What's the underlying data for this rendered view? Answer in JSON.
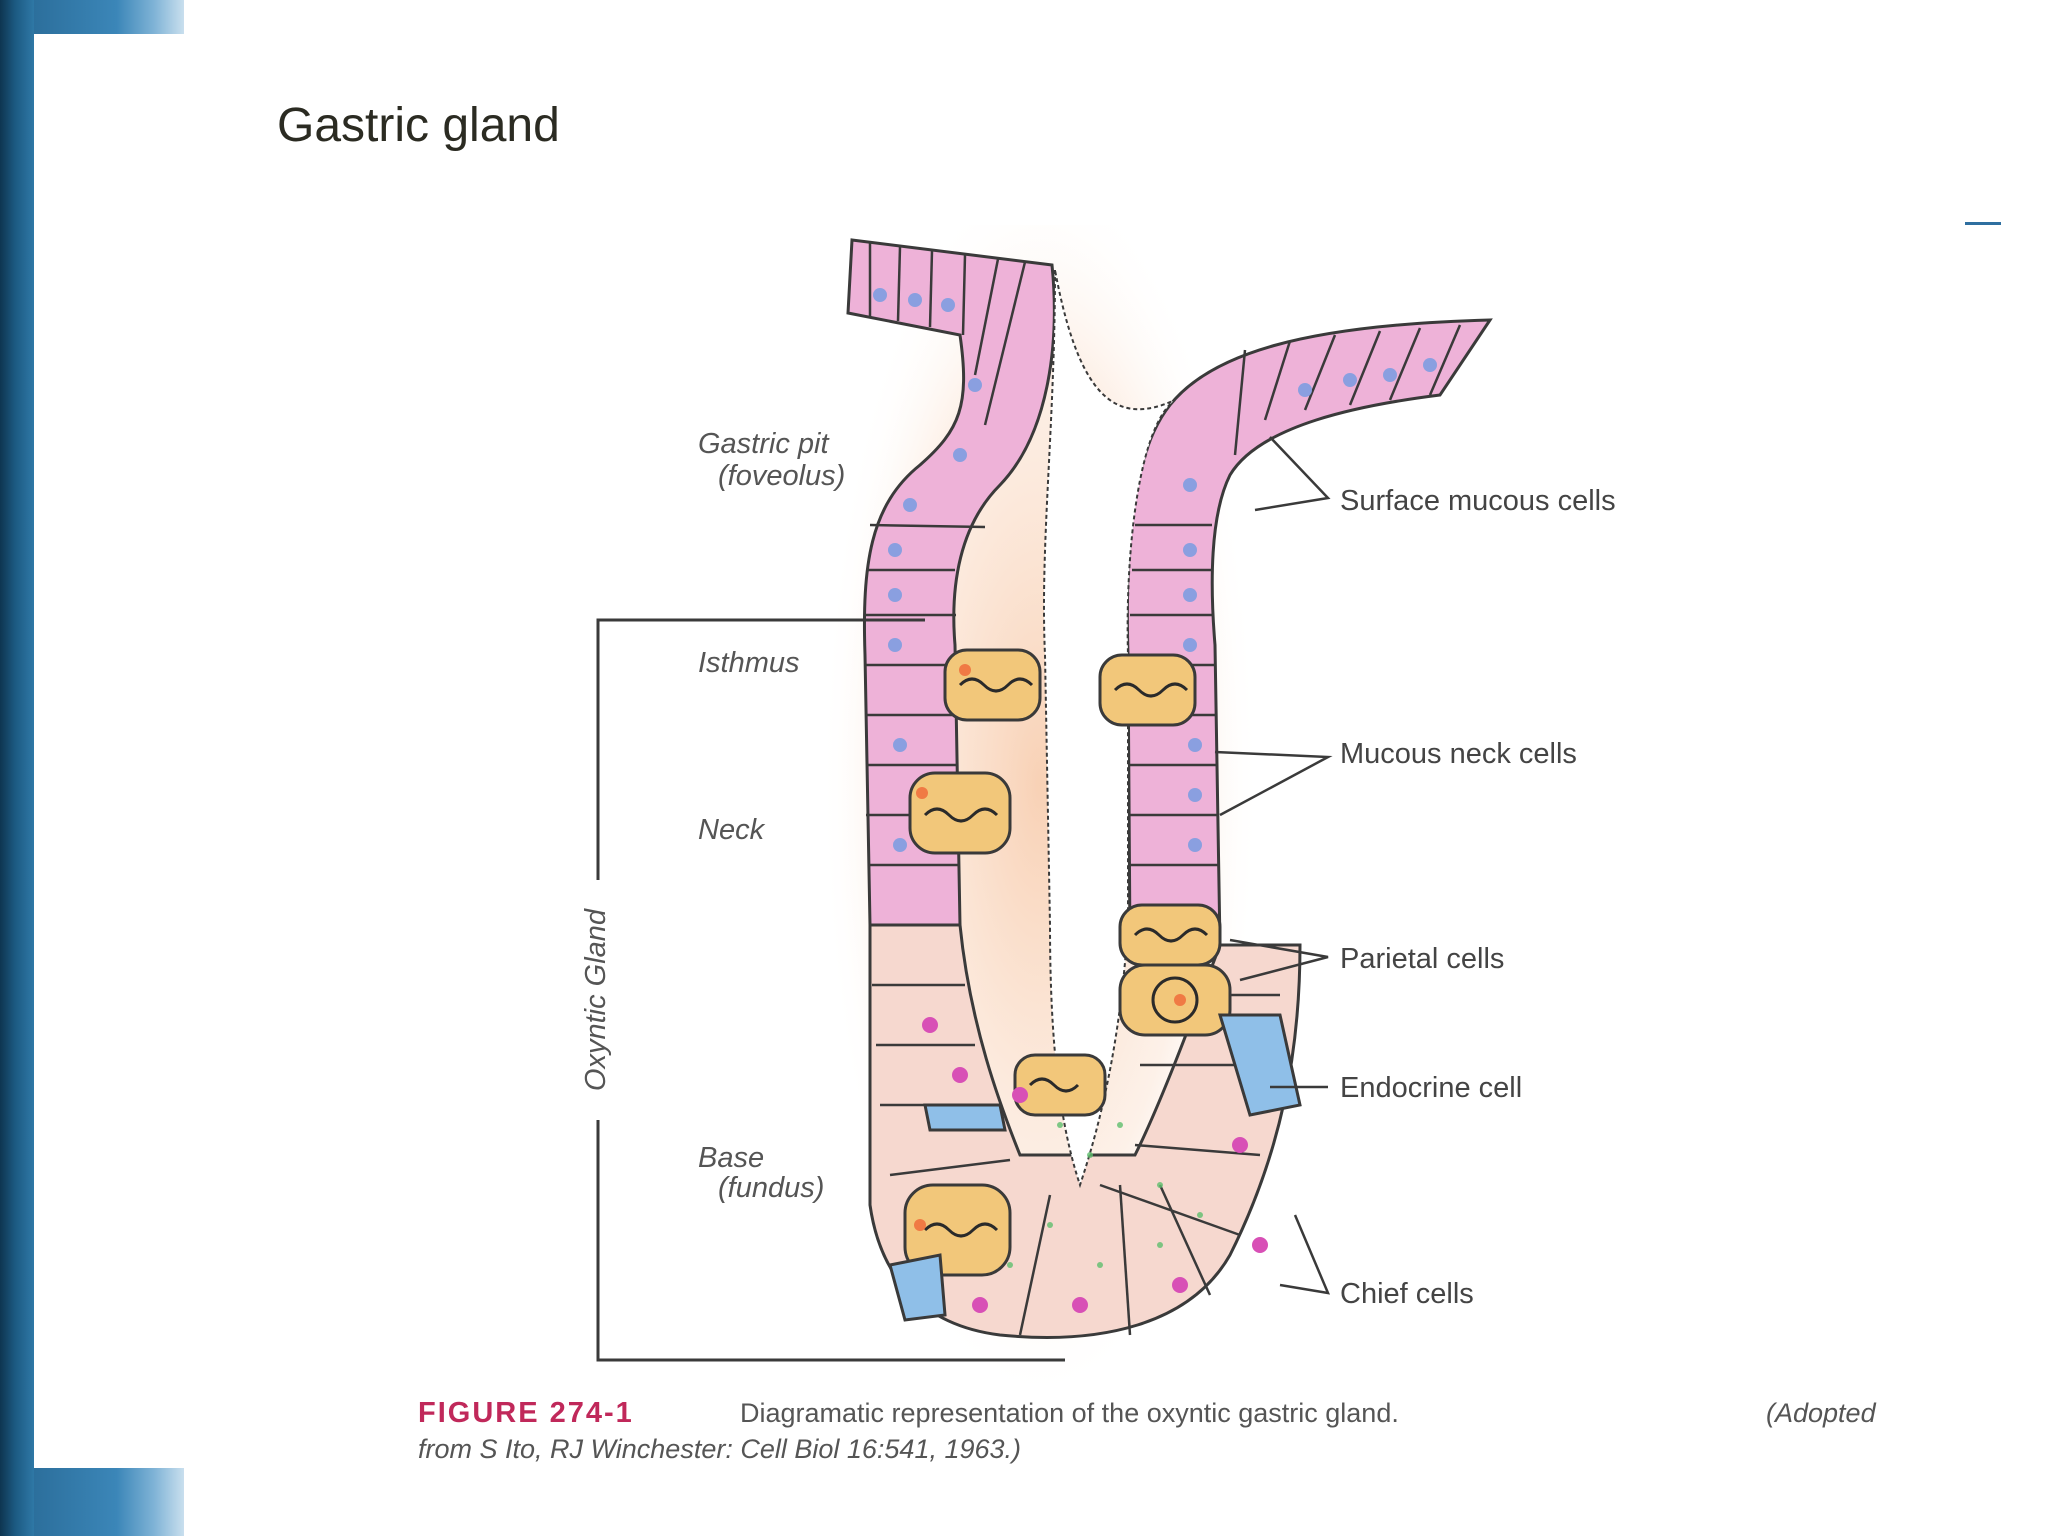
{
  "slide": {
    "title": "Gastric gland"
  },
  "figure": {
    "labels_left": {
      "gastric_pit": "Gastric pit",
      "foveolus": "(foveolus)",
      "isthmus": "Isthmus",
      "neck": "Neck",
      "base": "Base",
      "fundus": "(fundus)",
      "oxyntic_gland": "Oxyntic Gland"
    },
    "labels_right": {
      "surface_mucous": "Surface mucous cells",
      "mucous_neck": "Mucous neck cells",
      "parietal": "Parietal cells",
      "endocrine": "Endocrine cell",
      "chief": "Chief cells"
    },
    "caption": {
      "figure_number": "FIGURE 274-1",
      "text_line1": "Diagramatic representation of the oxyntic gastric gland.",
      "adapted_line1": "(Adopted",
      "adapted_line2": "from S Ito, RJ Winchester: Cell Biol 16:541, 1963.)"
    },
    "colors": {
      "mucous_cell": "#eeb2d8",
      "parietal_cell": "#f2c77a",
      "chief_cell": "#f6d8cf",
      "endocrine_cell": "#8fbfe8",
      "nucleus_blue": "#8a9fe0",
      "nucleus_magenta": "#d850b6",
      "outline": "#3a3a3a"
    }
  }
}
